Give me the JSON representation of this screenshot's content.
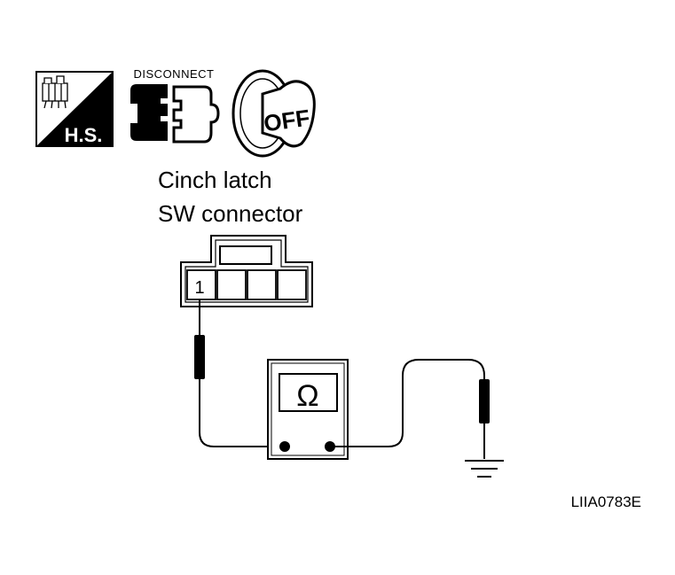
{
  "icons": {
    "harness_side_label": "H.S.",
    "disconnect_label": "DISCONNECT",
    "ignition_label": "OFF"
  },
  "connector": {
    "title_line1": "Cinch latch",
    "title_line2": "SW connector",
    "terminal_label": "1"
  },
  "meter": {
    "symbol": "Ω"
  },
  "figure_id": "LIIA0783E",
  "colors": {
    "ink": "#000000",
    "paper": "#ffffff",
    "meter_fill": "#ffffff"
  }
}
